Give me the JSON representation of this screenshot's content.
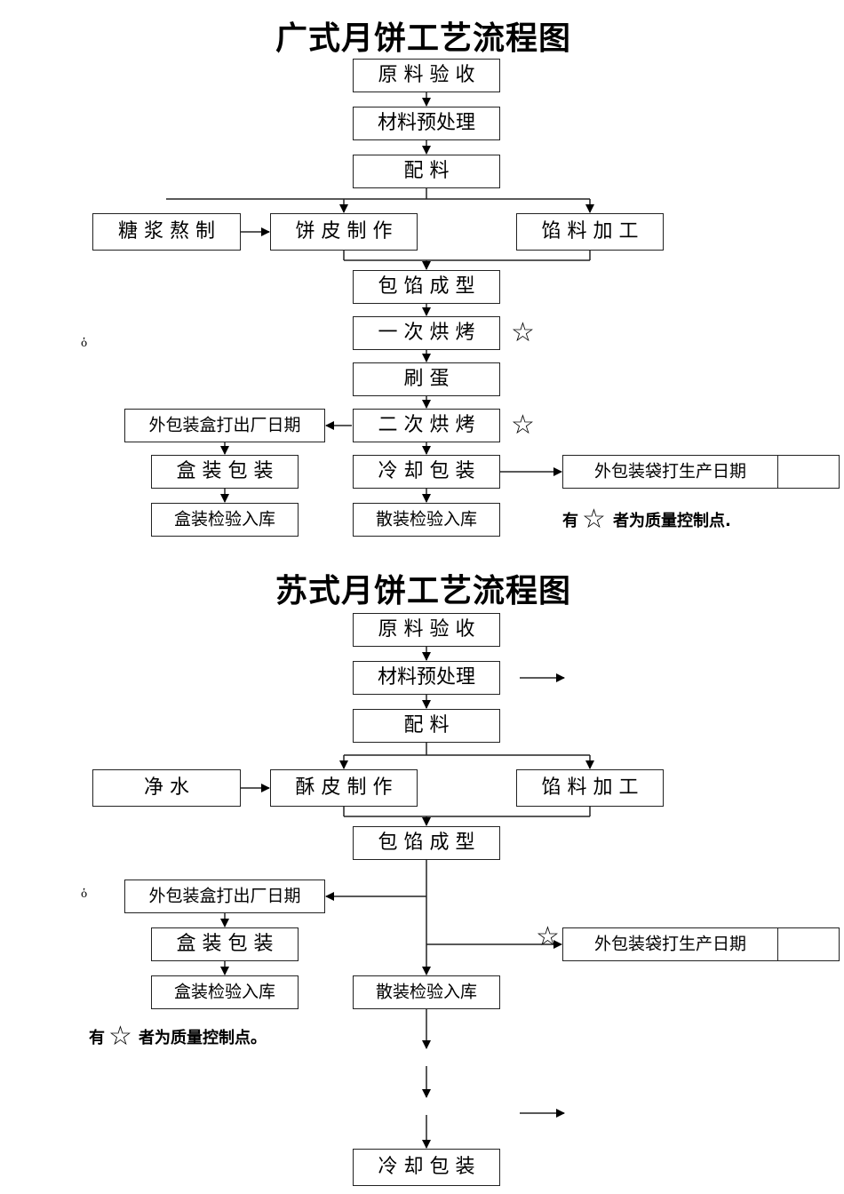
{
  "diagram1": {
    "title": "广式月饼工艺流程图",
    "nodes": {
      "raw_inspection": "原 料 验 收",
      "pretreatment": "材料预处理",
      "mixing": "配  料",
      "syrup": "糖 浆 熬 制",
      "crust": "饼 皮 制 作",
      "filling": "馅 料 加 工",
      "wrapping": "包 馅 成 型",
      "first_bake": "一 次 烘 烤",
      "egg_wash": "刷  蛋",
      "second_bake": "二 次 烘 烤",
      "cooling_packing": "冷 却 包 装",
      "box_packing": "盒 装 包 装",
      "box_storage": "盒装检验入库",
      "bulk_storage": "散装检验入库",
      "bag_date": "外包装袋打生产日期",
      "box_date": "外包装盒打出厂日期"
    },
    "legend": {
      "prefix": "有",
      "suffix": "者为质量控制点.",
      "symbol": "☆"
    },
    "mark": "ὁ"
  },
  "diagram2": {
    "title": "苏式月饼工艺流程图",
    "nodes": {
      "raw_inspection": "原 料 验 收",
      "pretreatment": "材料预处理",
      "mixing": "配  料",
      "water": "净  水",
      "crust": "酥 皮 制 作",
      "filling": "馅 料 加 工",
      "wrapping": "包 馅 成 型",
      "box_date": "外包装盒打出厂日期",
      "box_packing": "盒 装 包 装",
      "box_storage": "盒装检验入库",
      "bulk_storage": "散装检验入库",
      "bag_date": "外包装袋打生产日期",
      "cooling_packing": "冷 却 包 装"
    },
    "legend": {
      "prefix": "有",
      "suffix": "者为质量控制点。",
      "symbol": "☆"
    },
    "mark": "ὁ"
  }
}
